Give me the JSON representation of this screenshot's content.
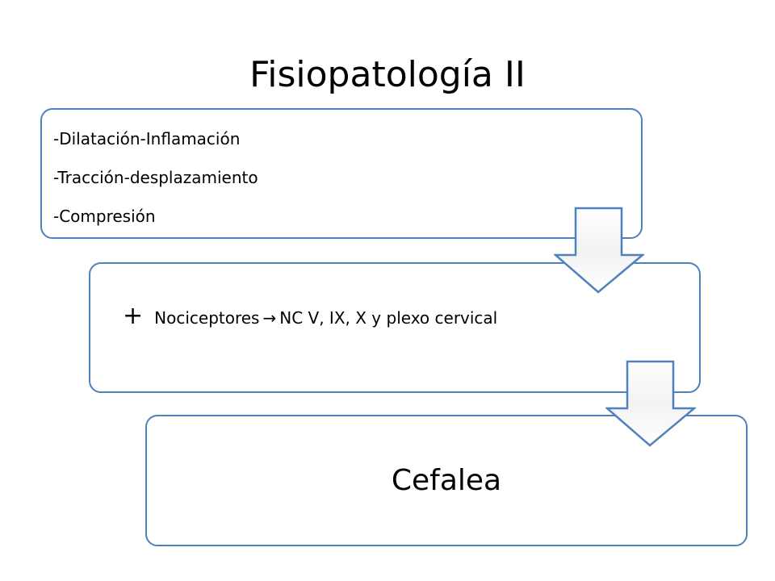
{
  "title": "Fisiopatología II",
  "steps": {
    "step1": {
      "lines": [
        "-Dilatación-Inflamación",
        "-Tracción-desplazamiento",
        "-Compresión"
      ]
    },
    "step2": {
      "plus": "+",
      "text_before_arrow": "Nociceptores",
      "arrow": "→",
      "text_after_arrow": "NC  V, IX, X y plexo cervical"
    },
    "step3": {
      "text": "Cefalea"
    }
  },
  "colors": {
    "box_border": "#4f81bd",
    "arrow_stroke": "#4f81bd",
    "arrow_fill": "#ffffff"
  }
}
